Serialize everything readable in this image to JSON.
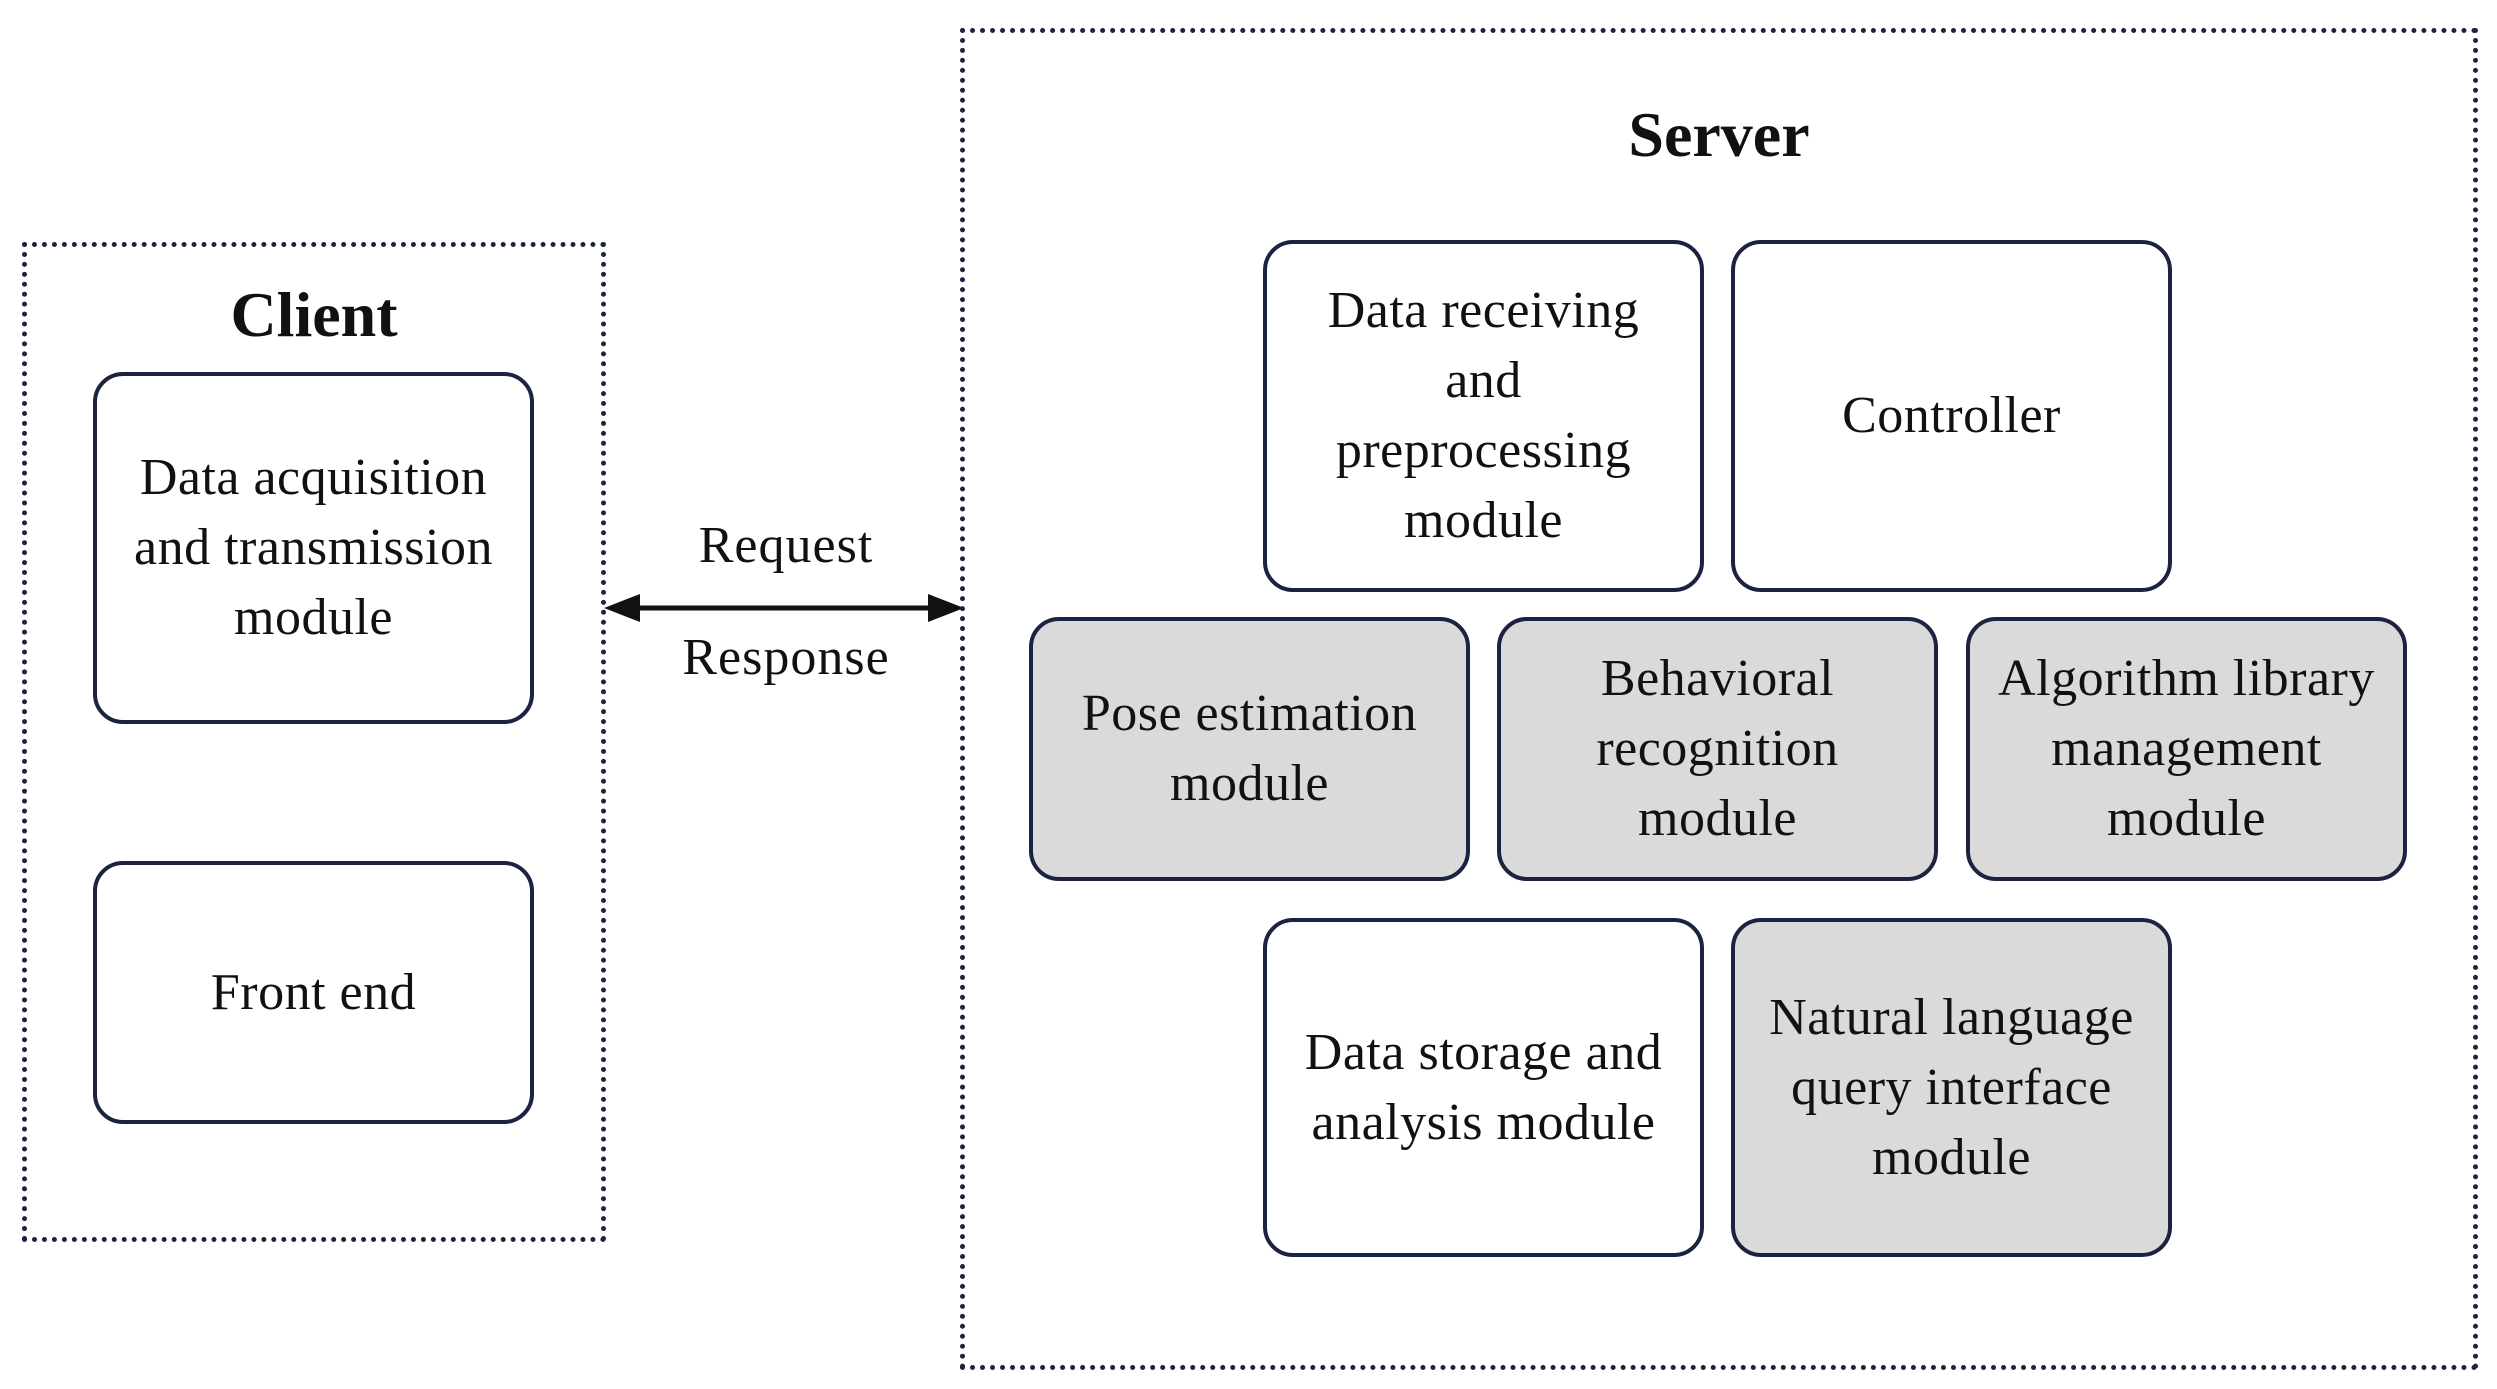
{
  "client": {
    "title": "Client",
    "modules": [
      {
        "label": "Data acquisition\nand transmission\nmodule",
        "style": "white"
      },
      {
        "label": "Front end",
        "style": "white"
      }
    ]
  },
  "link": {
    "request_label": "Request",
    "response_label": "Response"
  },
  "server": {
    "title": "Server",
    "modules": [
      {
        "label": "Data receiving\nand\npreprocessing\nmodule",
        "style": "white"
      },
      {
        "label": "Controller",
        "style": "white"
      },
      {
        "label": "Pose estimation\nmodule",
        "style": "grey"
      },
      {
        "label": "Behavioral\nrecognition\nmodule",
        "style": "grey"
      },
      {
        "label": "Algorithm library\nmanagement\nmodule",
        "style": "grey"
      },
      {
        "label": "Data storage and\nanalysis module",
        "style": "white"
      },
      {
        "label": "Natural language\nquery interface\nmodule",
        "style": "grey"
      }
    ]
  },
  "colors": {
    "border": "#1c2340",
    "highlight_fill": "#dadada",
    "plain_fill": "#ffffff"
  }
}
